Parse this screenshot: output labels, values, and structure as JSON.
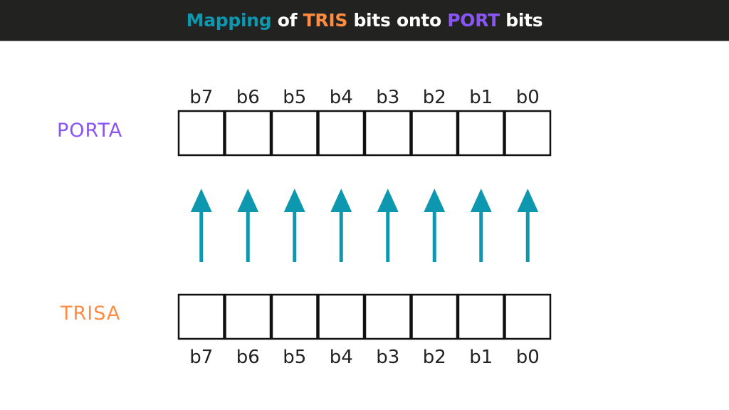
{
  "title": {
    "parts": [
      {
        "text": "Mapping",
        "color": "#0e98b0"
      },
      {
        "text": " of ",
        "color": "#ffffff"
      },
      {
        "text": "TRIS",
        "color": "#ff8c42"
      },
      {
        "text": " bits onto ",
        "color": "#ffffff"
      },
      {
        "text": "PORT",
        "color": "#8a55f5"
      },
      {
        "text": " bits",
        "color": "#ffffff"
      }
    ]
  },
  "registers": {
    "top": {
      "name": "PORTA",
      "color": "#8a55f5"
    },
    "bottom": {
      "name": "TRISA",
      "color": "#ff8c42"
    }
  },
  "bits": [
    "b7",
    "b6",
    "b5",
    "b4",
    "b3",
    "b2",
    "b1",
    "b0"
  ],
  "arrow_color": "#0e98b0",
  "arrow_direction": "up"
}
